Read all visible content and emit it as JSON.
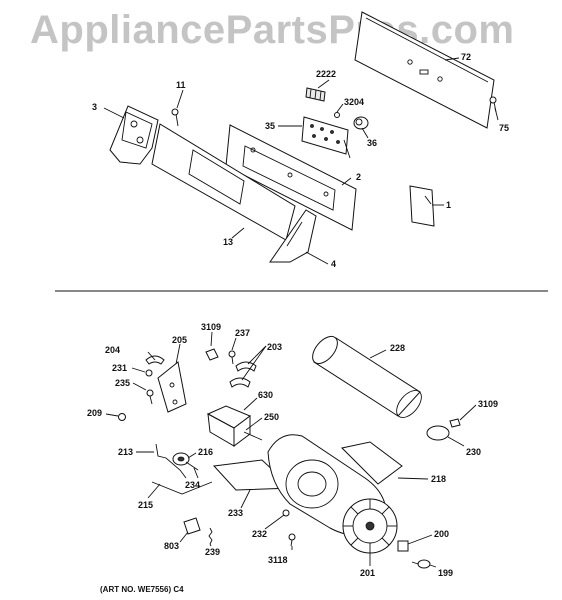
{
  "watermark": "AppliancePartsPros.com",
  "art_number": "(ART NO. WE7556) C4",
  "callouts": {
    "c72": "72",
    "c2222": "2222",
    "c11": "11",
    "c3204": "3204",
    "c3": "3",
    "c35": "35",
    "c75": "75",
    "c36": "36",
    "c2": "2",
    "c1": "1",
    "c13": "13",
    "c4": "4",
    "c3109a": "3109",
    "c237": "237",
    "c204": "204",
    "c205": "205",
    "c203": "203",
    "c228": "228",
    "c231": "231",
    "c235": "235",
    "c630": "630",
    "c209": "209",
    "c250": "250",
    "c3109b": "3109",
    "c213": "213",
    "c216": "216",
    "c230": "230",
    "c234": "234",
    "c218": "218",
    "c215": "215",
    "c233": "233",
    "c232": "232",
    "c200": "200",
    "c803": "803",
    "c239": "239",
    "c3118": "3118",
    "c201": "201",
    "c199": "199"
  }
}
